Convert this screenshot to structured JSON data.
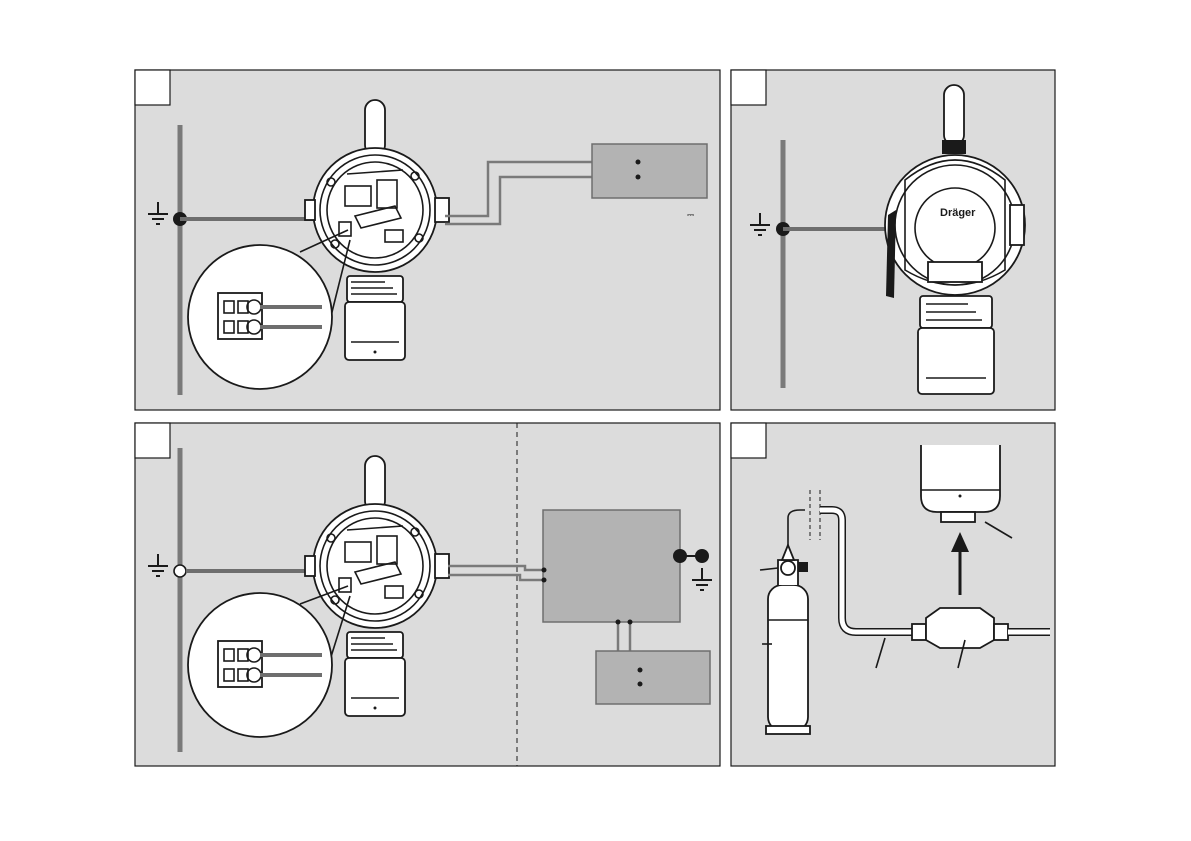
{
  "device": {
    "brand_label": "Dräger"
  },
  "panels": [
    {
      "id": "panel-top-left"
    },
    {
      "id": "panel-top-right"
    },
    {
      "id": "panel-bottom-left"
    },
    {
      "id": "panel-bottom-right"
    }
  ],
  "symbols": {
    "dc_symbol": "⎓"
  },
  "colors": {
    "panel_background": "#dcdcdc",
    "wire": "#6e6e6e",
    "outline": "#1a1a1a",
    "grey_box": "#b3b3b3"
  }
}
